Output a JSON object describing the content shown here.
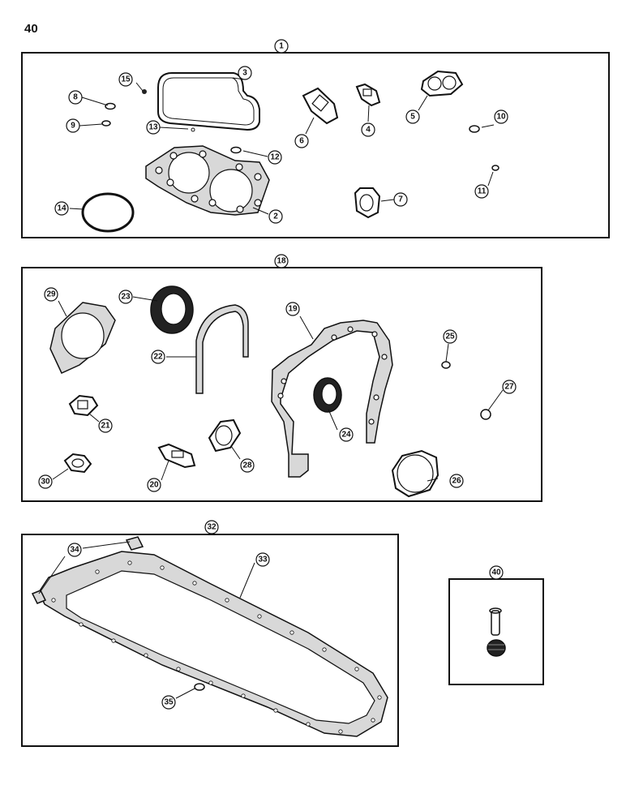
{
  "page": {
    "number": "40"
  },
  "callouts": {
    "c1": "1",
    "c2": "2",
    "c3": "3",
    "c4": "4",
    "c5": "5",
    "c6": "6",
    "c7": "7",
    "c8": "8",
    "c9": "9",
    "c10": "10",
    "c11": "11",
    "c12": "12",
    "c13": "13",
    "c14": "14",
    "c15": "15",
    "c18": "18",
    "c19": "19",
    "c20": "20",
    "c21": "21",
    "c22": "22",
    "c23": "23",
    "c24": "24",
    "c25": "25",
    "c26": "26",
    "c27": "27",
    "c28": "28",
    "c29": "29",
    "c30": "30",
    "c32": "32",
    "c33": "33",
    "c34": "34",
    "c35": "35",
    "c40": "40"
  }
}
